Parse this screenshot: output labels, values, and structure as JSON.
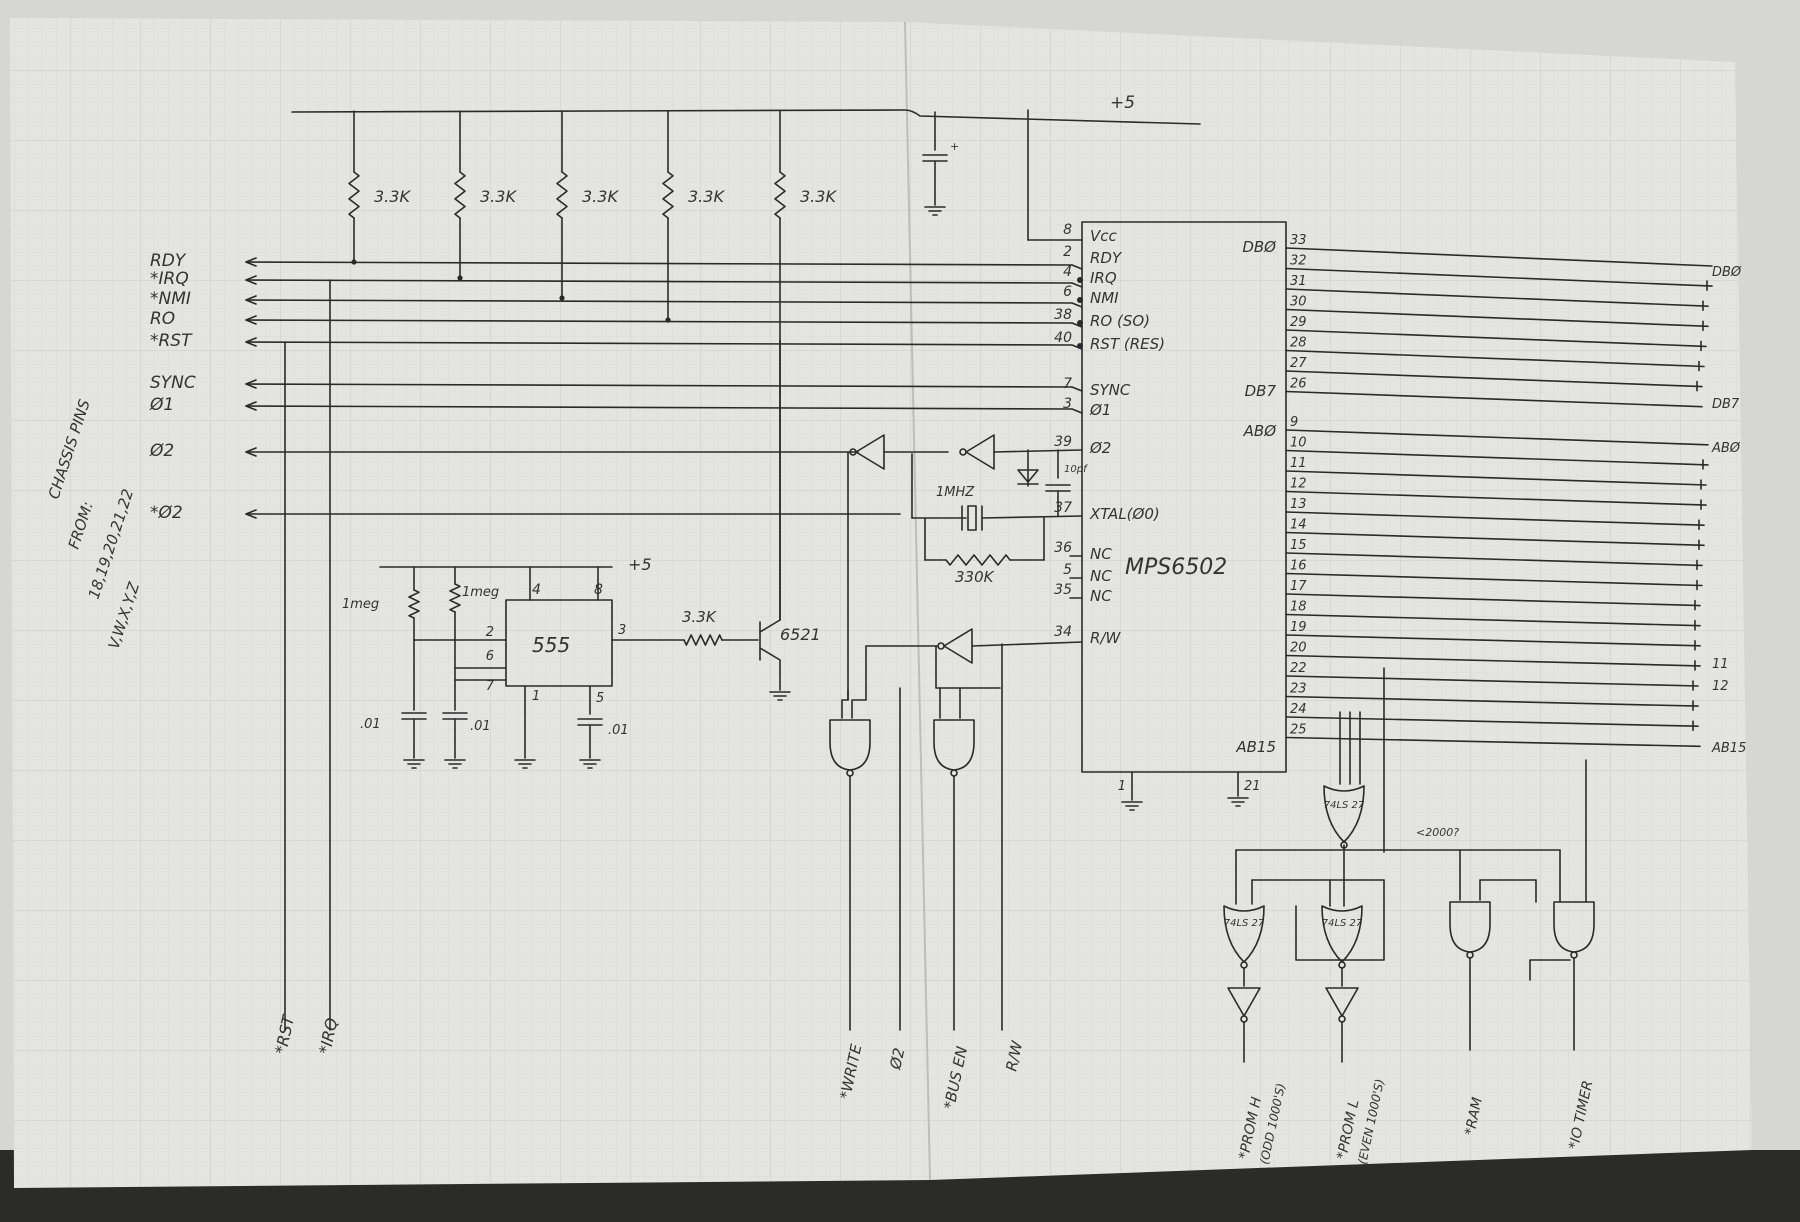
{
  "colors": {
    "paper": "#e3e3e0",
    "grid": "#c9cbc9",
    "ink": "#2a2a2a",
    "backdrop": "#5a5a58",
    "wall": "#d8d8d4",
    "table": "#2b2b2a"
  },
  "supply": {
    "rail_label": "+5",
    "pullup_value": "3.3K",
    "pullup_labels": [
      "3.3K",
      "3.3K",
      "3.3K",
      "3.3K",
      "3.3K"
    ]
  },
  "side_note": {
    "lines": [
      "CHASSIS PINS",
      "FROM:",
      "18,19,20,21,22",
      "V,W,X,Y,Z"
    ]
  },
  "left_signals": [
    "RDY",
    "*IRQ",
    "*NMI",
    "RO",
    "*RST",
    "SYNC",
    "Ø1",
    "Ø2",
    "*Ø2"
  ],
  "cpu": {
    "name": "MPS6502",
    "left_pins": [
      {
        "num": "8",
        "name": "Vcc"
      },
      {
        "num": "2",
        "name": "RDY"
      },
      {
        "num": "4",
        "name": "IRQ"
      },
      {
        "num": "6",
        "name": "NMI"
      },
      {
        "num": "38",
        "name": "RO (SO)"
      },
      {
        "num": "40",
        "name": "RST (RES)"
      },
      {
        "num": "7",
        "name": "SYNC"
      },
      {
        "num": "3",
        "name": "Ø1"
      },
      {
        "num": "39",
        "name": "Ø2"
      },
      {
        "num": "37",
        "name": "XTAL(Ø0)"
      },
      {
        "num": "36",
        "name": "NC"
      },
      {
        "num": "5",
        "name": "NC"
      },
      {
        "num": "35",
        "name": "NC"
      },
      {
        "num": "34",
        "name": "R/W"
      }
    ],
    "bottom_pins": [
      "1",
      "21"
    ],
    "right_names": {
      "db0": "DBØ",
      "db7": "DB7",
      "ab0": "ABØ",
      "ab15": "AB15"
    },
    "right_pins": [
      "33",
      "32",
      "31",
      "30",
      "29",
      "28",
      "27",
      "26",
      "9",
      "10",
      "11",
      "12",
      "13",
      "14",
      "15",
      "16",
      "17",
      "18",
      "19",
      "20",
      "22",
      "23",
      "24",
      "25"
    ]
  },
  "bus_labels": {
    "db0": "DBØ",
    "db7": "DB7",
    "ab0": "ABØ",
    "a11": "11",
    "a12": "12",
    "ab15": "AB15"
  },
  "clock": {
    "crystal": "1MHZ",
    "resistor": "330K",
    "cap": "10pf"
  },
  "timer": {
    "chip": "555",
    "supply": "+5",
    "pins": [
      "4",
      "8",
      "2",
      "6",
      "7",
      "1",
      "5",
      "3"
    ],
    "r1": "1meg",
    "r2": "1meg",
    "c1": ".01",
    "c2": ".01",
    "c3": ".01",
    "series_r": "3.3K",
    "transistor": "6521"
  },
  "decode": {
    "gate_label": "74LS 27",
    "address_note": "<2000?"
  },
  "bottom_outputs": [
    "*RST",
    "*IRQ",
    "*WRITE",
    "Ø2",
    "*BUS EN",
    "R/W",
    "*PROM H",
    "(ODD 1000'S)",
    "*PROM L",
    "(EVEN 1000'S)",
    "*RAM",
    "*IO TIMER"
  ]
}
